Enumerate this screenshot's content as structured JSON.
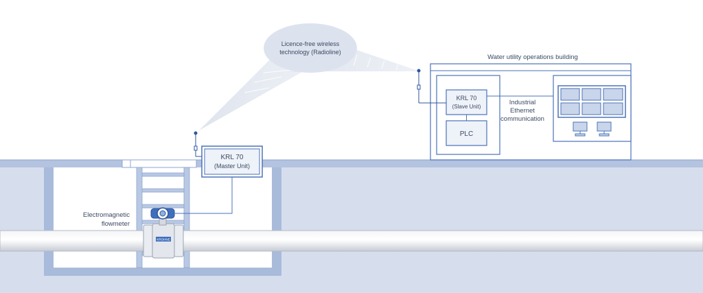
{
  "labels": {
    "wireless_line1": "Licence-free wireless",
    "wireless_line2": "technology (Radioline)",
    "building_title": "Water utility operations building",
    "master_line1": "KRL 70",
    "master_line2": "(Master Unit)",
    "slave_line1": "KRL 70",
    "slave_line2": "(Slave Unit)",
    "plc": "PLC",
    "ethernet_line1": "Industrial",
    "ethernet_line2": "Ethernet",
    "ethernet_line3": "communication",
    "flowmeter_line1": "Electromagnetic",
    "flowmeter_line2": "flowmeter",
    "brand": "KROHNE"
  },
  "colors": {
    "line": "#4a72b8",
    "ground": "#d6deed",
    "ground_edge": "#a9bbdb",
    "box_fill": "#eef2f9",
    "screen_fill": "#c9d5ea",
    "bubble": "#dde3ee",
    "text": "#3b4a63"
  }
}
